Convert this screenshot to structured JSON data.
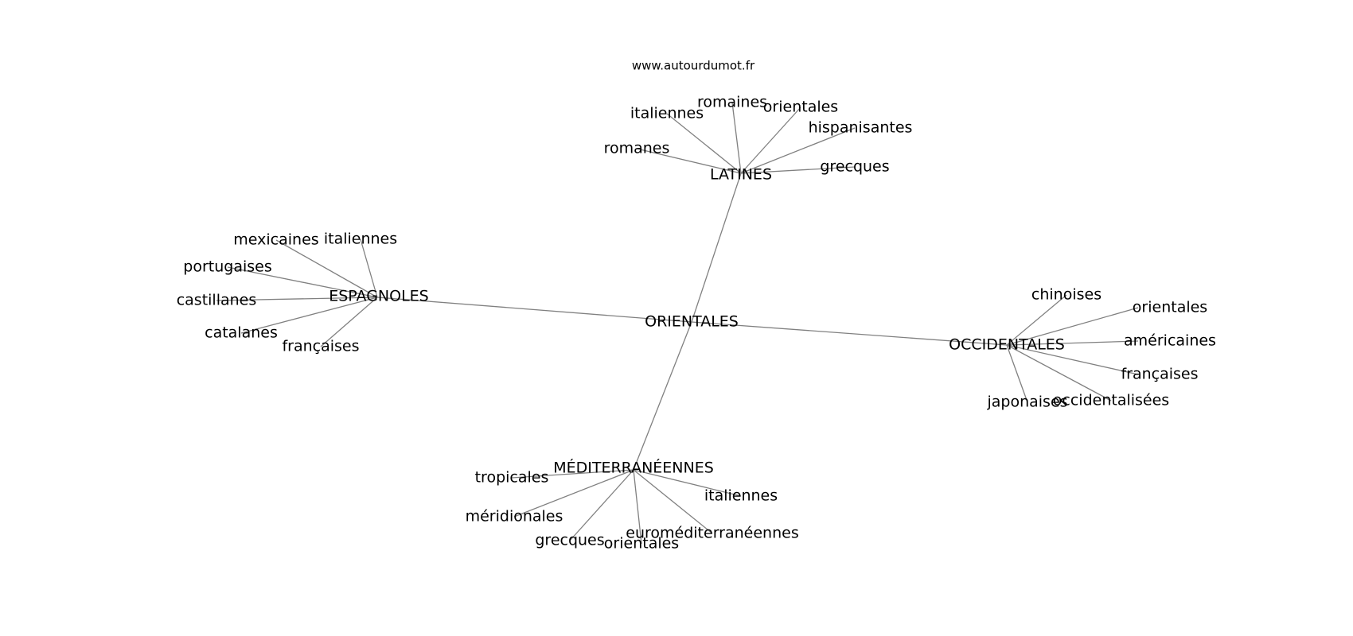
{
  "source_label": "www.autourdumot.fr",
  "graph": {
    "root": "ORIENTALES",
    "groups": [
      {
        "hub": "LATINES",
        "leaves": [
          "romanes",
          "italiennes",
          "romaines",
          "orientales",
          "hispanisantes",
          "grecques"
        ]
      },
      {
        "hub": "ESPAGNOLES",
        "leaves": [
          "mexicaines",
          "italiennes",
          "portugaises",
          "castillanes",
          "catalanes",
          "françaises"
        ]
      },
      {
        "hub": "OCCIDENTALES",
        "leaves": [
          "chinoises",
          "orientales",
          "américaines",
          "françaises",
          "occidentalisées",
          "japonaises"
        ]
      },
      {
        "hub": "MÉDITERRANÉENNES",
        "leaves": [
          "tropicales",
          "méridionales",
          "grecques",
          "orientales",
          "euroméditerranéennes",
          "italiennes"
        ]
      }
    ]
  },
  "colors": {
    "edge": "#808080",
    "text": "#000000",
    "background": "#ffffff"
  }
}
